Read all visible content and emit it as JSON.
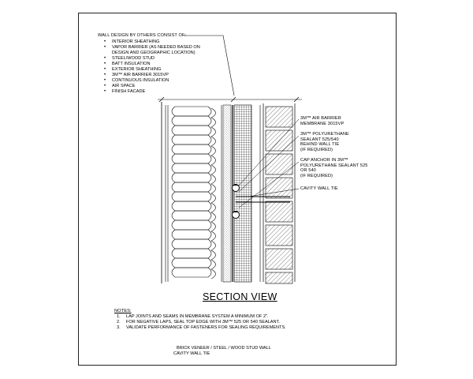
{
  "title": "SECTION VIEW",
  "wall_design": {
    "heading": "WALL DESIGN BY OTHERS CONSIST OF:",
    "items": [
      "INTERIOR SHEATHING",
      "VAPOR BARRIER (AS NEEDED BASED ON\nDESIGN AND GEOGRAPHIC LOCATION)",
      "STEEL/WOOD STUD",
      "BATT INSULATION",
      "EXTERIOR SHEATHING",
      "3M™ AIR BARRIER 3015VP",
      "CONTINUOUS INSULATION",
      "AIR SPACE",
      "FINISH FACADE"
    ]
  },
  "callouts": [
    "3M™ AIR BARRIER\nMEMBRANE 3015VP",
    "3M™ POLYURETHANE\nSEALANT 525/540\nBEHIND WALL TIE\n(IF REQUIRED)",
    "CAP ANCHOR IN 3M™\nPOLYURETHANE SEALANT 525\nOR 540\n(IF REQUIRED)",
    "CAVITY WALL TIE"
  ],
  "notes": {
    "heading": "NOTES:",
    "items": [
      {
        "num": "1.",
        "text": "LAP JOINTS AND SEAMS IN MEMBRANE SYSTEM A MINIMUM OF 2\"."
      },
      {
        "num": "2.",
        "text": "FOR NEGATIVE LAPS, SEAL TOP EDGE WITH 3M™ 525 OR 540 SEALANT."
      },
      {
        "num": "3.",
        "text": "VALIDATE PERFORMANCE OF FASTENERS FOR SEALING REQUIREMENTS."
      }
    ]
  },
  "footer": {
    "line1": "BRICK VENEER / STEEL / WOOD STUD WALL",
    "line2": "CAVITY WALL TIE"
  },
  "colors": {
    "line": "#000000",
    "background": "#ffffff"
  }
}
